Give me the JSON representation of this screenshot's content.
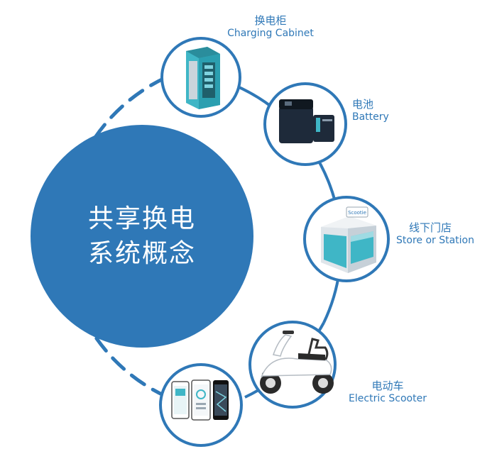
{
  "center": {
    "line1": "共享换电",
    "line2": "系统概念"
  },
  "nodes": [
    {
      "id": "cabinet",
      "label_zh": "换电柜",
      "label_en": "Charging Cabinet",
      "icon": "charging-cabinet-icon"
    },
    {
      "id": "battery",
      "label_zh": "电池",
      "label_en": "Battery",
      "icon": "battery-icon"
    },
    {
      "id": "store",
      "label_zh": "线下门店",
      "label_en": "Store or Station",
      "icon": "store-icon",
      "sign_text": "Scootie"
    },
    {
      "id": "scooter",
      "label_zh": "电动车",
      "label_en": "Electric Scooter",
      "icon": "scooter-icon"
    },
    {
      "id": "app",
      "label_zh": "",
      "label_en": "",
      "icon": "phone-app-icon"
    }
  ],
  "colors": {
    "primary": "#2f78b7",
    "ring": "#2f78b7",
    "text_white": "#ffffff"
  }
}
